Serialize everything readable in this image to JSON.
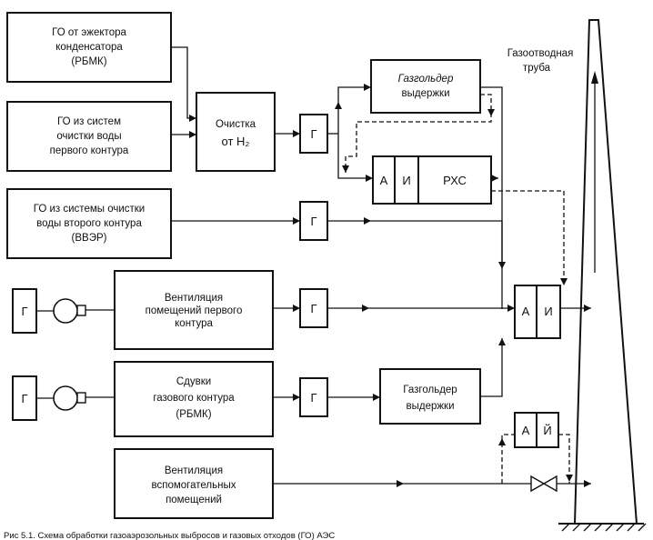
{
  "labels": {
    "condenser": [
      "ГО от эжектора",
      "конденсатора",
      "(РБМК)"
    ],
    "primary_cleanup": [
      "ГО из систем",
      "очистки воды",
      "первого контура"
    ],
    "secondary_cleanup": [
      "ГО из системы очистки",
      "воды второго контура",
      "(ВВЭР)"
    ],
    "h2_cleaning": [
      "Очистка",
      "от H₂"
    ],
    "gasholder_top": [
      "Газгольдер",
      "выдержки"
    ],
    "rhs_a": "А",
    "rhs_i": "И",
    "rhs": "РХС",
    "stack": [
      "Газоотводная",
      "труба"
    ],
    "g": "Г",
    "vent_primary": [
      "Вентиляция",
      "помещений первого",
      "контура"
    ],
    "blowdown": [
      "Сдувки",
      "газового контура",
      "(РБМК)"
    ],
    "gasholder_bottom": [
      "Газгольдер",
      "выдержки"
    ],
    "filter_mid_a": "А",
    "filter_mid_i": "И",
    "filter_low_a": "А",
    "filter_low_i": "Й",
    "vent_aux": [
      "Вентиляция",
      "вспомогательных",
      "помещений"
    ],
    "caption": "Рис 5.1. Схема обработки газоаэрозольных выбросов и газовых отходов (ГО) АЭС"
  }
}
